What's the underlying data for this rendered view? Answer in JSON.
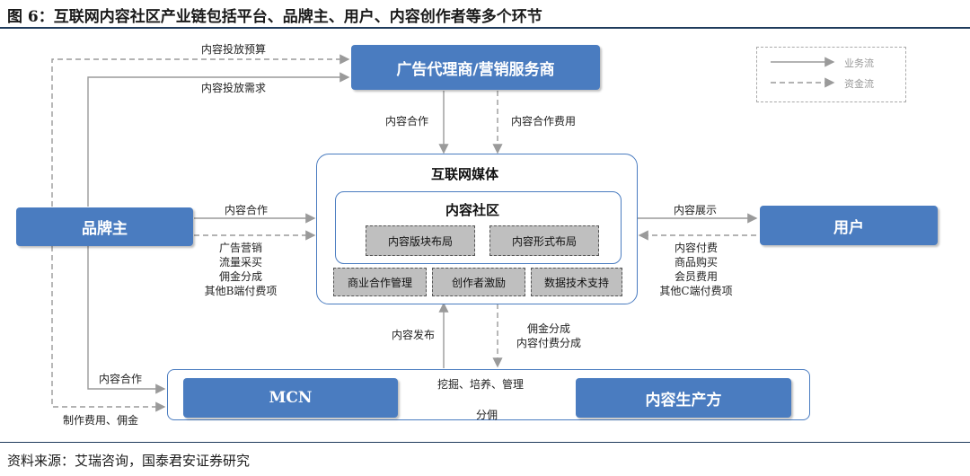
{
  "figure": {
    "title": "图 6：互联网内容社区产业链包括平台、品牌主、用户、内容创作者等多个环节",
    "source": "资料来源：艾瑞咨询，国泰君安证券研究"
  },
  "nodes": {
    "agency": "广告代理商/营销服务商",
    "brand": "品牌主",
    "user": "用户",
    "media": "互联网媒体",
    "community": "内容社区",
    "mcn": "MCN",
    "producer": "内容生产方"
  },
  "modules": {
    "section_layout": "内容版块布局",
    "form_layout": "内容形式布局",
    "business_mgmt": "商业合作管理",
    "creator_incentive": "创作者激励",
    "data_tech": "数据技术支持"
  },
  "edges": {
    "ad_budget": "内容投放预算",
    "ad_demand": "内容投放需求",
    "agency_coop": "内容合作",
    "agency_coop_fee": "内容合作费用",
    "brand_coop": "内容合作",
    "brand_funds": [
      "广告营销",
      "流量采买",
      "佣金分成",
      "其他B端付费项"
    ],
    "display": "内容展示",
    "user_funds": [
      "内容付费",
      "商品购买",
      "会员费用",
      "其他C端付费项"
    ],
    "publish": "内容发布",
    "creator_funds": [
      "佣金分成",
      "内容付费分成"
    ],
    "brand_to_mcn": "内容合作",
    "mcn_fee": "制作费用、佣金",
    "mcn_nurture": "挖掘、培养、管理",
    "split": "分佣"
  },
  "legend": {
    "business_flow": "业务流",
    "capital_flow": "资金流"
  },
  "colors": {
    "box": "#4a7cc0",
    "module": "#bfbfbf",
    "line": "#9a9a9a",
    "rule": "#1f3b5c"
  }
}
